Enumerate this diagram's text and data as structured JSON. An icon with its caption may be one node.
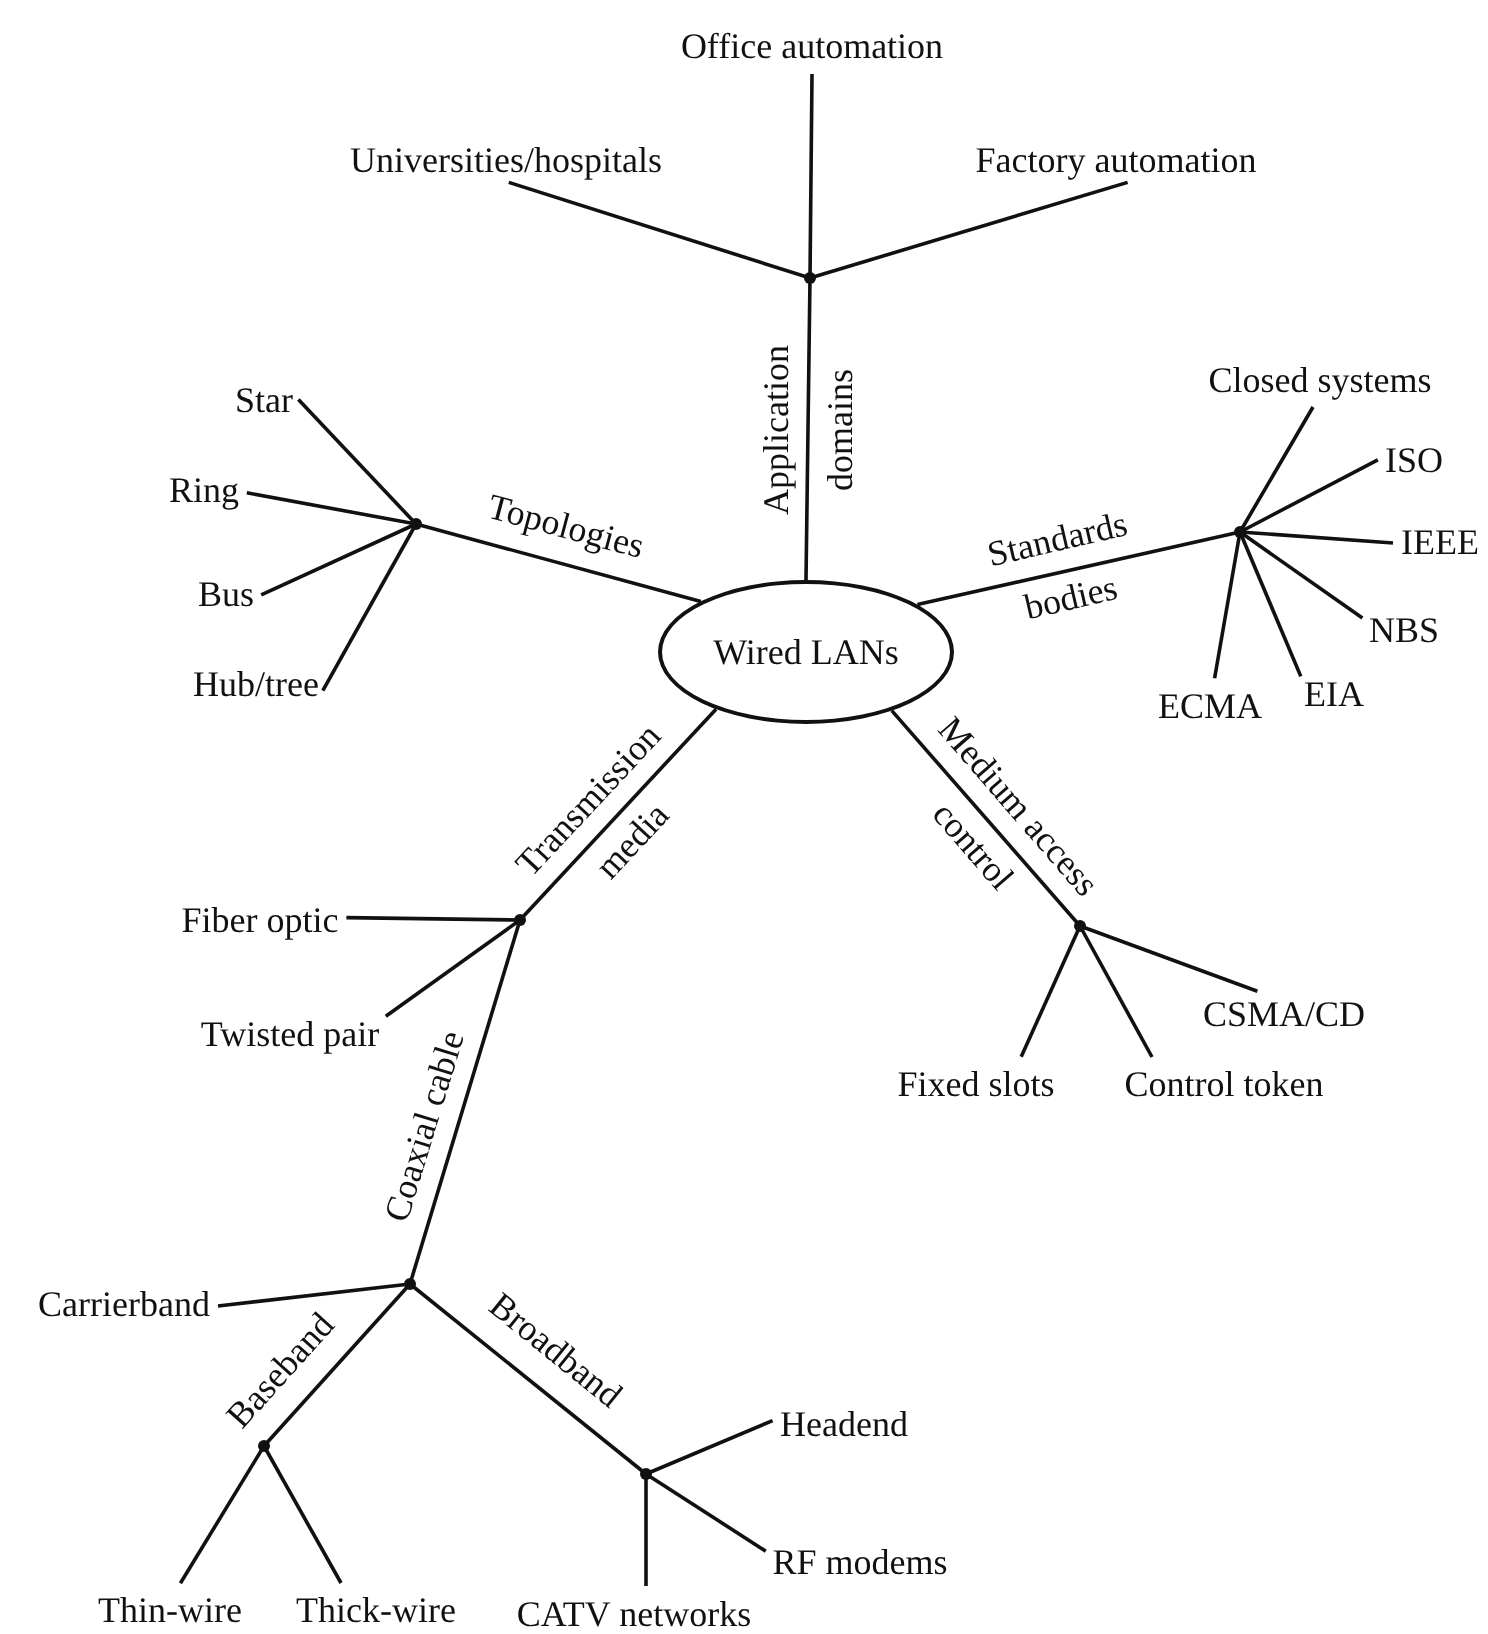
{
  "diagram": {
    "nodes": [
      {
        "text": [
          "Wired LANs"
        ]
      },
      {
        "text": [],
        "shape": "dot"
      },
      {
        "text": [
          "Office automation"
        ]
      },
      {
        "text": [
          "Universities/hospitals"
        ]
      },
      {
        "text": [
          "Factory automation"
        ]
      },
      {
        "text": [],
        "shape": "dot"
      },
      {
        "text": [
          "Star"
        ]
      },
      {
        "text": [
          "Ring"
        ]
      },
      {
        "text": [
          "Bus"
        ]
      },
      {
        "text": [
          "Hub/tree"
        ]
      },
      {
        "text": [],
        "shape": "dot"
      },
      {
        "text": [
          "Closed systems"
        ]
      },
      {
        "text": [
          "ISO"
        ]
      },
      {
        "text": [
          "IEEE"
        ]
      },
      {
        "text": [
          "NBS"
        ]
      },
      {
        "text": [
          "EIA"
        ]
      },
      {
        "text": [
          "ECMA"
        ]
      },
      {
        "text": [],
        "shape": "dot"
      },
      {
        "text": [
          "Fiber optic"
        ]
      },
      {
        "text": [
          "Twisted pair"
        ]
      },
      {
        "text": [],
        "shape": "dot"
      },
      {
        "text": [
          "Carrierband"
        ]
      },
      {
        "text": [],
        "shape": "dot"
      },
      {
        "text": [
          "Thin-wire"
        ]
      },
      {
        "text": [
          "Thick-wire"
        ]
      },
      {
        "text": [],
        "shape": "dot"
      },
      {
        "text": [
          "Headend"
        ]
      },
      {
        "text": [
          "RF modems"
        ]
      },
      {
        "text": [
          "CATV networks"
        ]
      },
      {
        "text": [],
        "shape": "dot"
      },
      {
        "text": [
          "CSMA/CD"
        ]
      },
      {
        "text": [
          "Fixed slots"
        ]
      },
      {
        "text": [
          "Control token"
        ]
      }
    ],
    "edges": [
      {
        "from": 0,
        "to": 1,
        "arrow": "none",
        "label": "Application domains"
      },
      {
        "from": 1,
        "to": 2,
        "arrow": "none"
      },
      {
        "from": 1,
        "to": 3,
        "arrow": "none"
      },
      {
        "from": 1,
        "to": 4,
        "arrow": "none"
      },
      {
        "from": 0,
        "to": 5,
        "arrow": "none",
        "label": "Topologies"
      },
      {
        "from": 5,
        "to": 6,
        "arrow": "none"
      },
      {
        "from": 5,
        "to": 7,
        "arrow": "none"
      },
      {
        "from": 5,
        "to": 8,
        "arrow": "none"
      },
      {
        "from": 5,
        "to": 9,
        "arrow": "none"
      },
      {
        "from": 0,
        "to": 10,
        "arrow": "none",
        "label": "Standards bodies"
      },
      {
        "from": 10,
        "to": 11,
        "arrow": "none"
      },
      {
        "from": 10,
        "to": 12,
        "arrow": "none"
      },
      {
        "from": 10,
        "to": 13,
        "arrow": "none"
      },
      {
        "from": 10,
        "to": 14,
        "arrow": "none"
      },
      {
        "from": 10,
        "to": 15,
        "arrow": "none"
      },
      {
        "from": 10,
        "to": 16,
        "arrow": "none"
      },
      {
        "from": 0,
        "to": 17,
        "arrow": "none",
        "label": "Transmission media"
      },
      {
        "from": 17,
        "to": 18,
        "arrow": "none"
      },
      {
        "from": 17,
        "to": 19,
        "arrow": "none"
      },
      {
        "from": 17,
        "to": 20,
        "arrow": "none",
        "label": "Coaxial cable"
      },
      {
        "from": 20,
        "to": 21,
        "arrow": "none"
      },
      {
        "from": 20,
        "to": 22,
        "arrow": "none",
        "label": "Baseband"
      },
      {
        "from": 22,
        "to": 23,
        "arrow": "none"
      },
      {
        "from": 22,
        "to": 24,
        "arrow": "none"
      },
      {
        "from": 20,
        "to": 25,
        "arrow": "none",
        "label": "Broadband"
      },
      {
        "from": 25,
        "to": 26,
        "arrow": "none"
      },
      {
        "from": 25,
        "to": 27,
        "arrow": "none"
      },
      {
        "from": 25,
        "to": 28,
        "arrow": "none"
      },
      {
        "from": 0,
        "to": 29,
        "arrow": "none",
        "label": "Medium access control"
      },
      {
        "from": 29,
        "to": 30,
        "arrow": "none"
      },
      {
        "from": 29,
        "to": 31,
        "arrow": "none"
      },
      {
        "from": 29,
        "to": 32,
        "arrow": "none"
      }
    ]
  }
}
